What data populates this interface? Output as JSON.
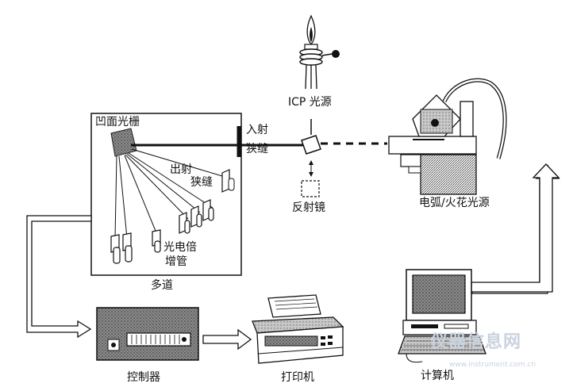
{
  "labels": {
    "grating": "凹面光栅",
    "entrance_slit_1": "入射",
    "entrance_slit_2": "狭缝",
    "exit_slit_1": "出射",
    "exit_slit_2": "狭缝",
    "pmt_1": "光电倍",
    "pmt_2": "增管",
    "multichannel": "多道",
    "icp_source": "ICP 光源",
    "mirror": "反射镜",
    "arc_spark_source": "电弧/火花光源",
    "controller": "控制器",
    "printer": "打印机",
    "computer": "计算机"
  },
  "watermark": {
    "text": "仪器信息网",
    "url": "www.instrument.com.cn"
  }
}
